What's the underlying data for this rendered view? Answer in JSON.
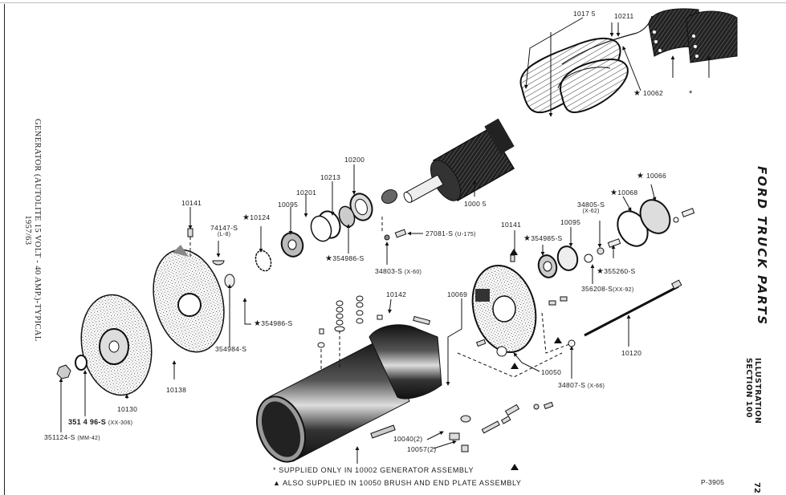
{
  "page": {
    "side_title": "GENERATOR (AUTOLITE 15 VOLT - 40 AMP.)-TYPICAL",
    "side_subtitle": "1957/63",
    "brand": "FORD TRUCK PARTS",
    "section_line1": "ILLUSTRATION",
    "section_line2": "SECTION 100",
    "page_number": "72",
    "figure_number": "P-3905"
  },
  "legend": {
    "star_symbol": "★",
    "asterisk_symbol": "*",
    "triangle_symbol": "▲",
    "note_asterisk": "SUPPLIED ONLY IN 10002 GENERATOR ASSEMBLY",
    "note_triangle": "ALSO SUPPLIED IN 10050 BRUSH AND END PLATE ASSEMBLY"
  },
  "callouts": {
    "c10175": {
      "text": "1017 5"
    },
    "c10211": {
      "text": "10211"
    },
    "c10062": {
      "text": "10062",
      "starred": true
    },
    "field_asterisk": {
      "text": "*"
    },
    "c10200": {
      "text": "10200"
    },
    "c10213": {
      "text": "10213"
    },
    "c10201": {
      "text": "10201"
    },
    "c10095a": {
      "text": "10095"
    },
    "c10124": {
      "text": "10124",
      "starred": true
    },
    "c74147": {
      "text": "74147-S",
      "sub": "(L-8)"
    },
    "c10141a": {
      "text": "10141"
    },
    "c354986a": {
      "text": "354986-S",
      "starred": true
    },
    "c27081": {
      "text": "27081-S",
      "sub": "(U-175)"
    },
    "c34803": {
      "text": "34803-S",
      "sub": "(X-60)"
    },
    "c10005": {
      "text": "1000 5"
    },
    "c10066": {
      "text": "10066",
      "starred": true
    },
    "c10068": {
      "text": "10068",
      "starred": true
    },
    "c34805": {
      "text": "34805-S",
      "sub": "(X-62)"
    },
    "c10141b": {
      "text": "10141"
    },
    "c10095b": {
      "text": "10095"
    },
    "c354985": {
      "text": "354985-S",
      "starred": true
    },
    "c355260": {
      "text": "355260-S",
      "starred": true
    },
    "c356208": {
      "text": "356208-S",
      "sub": "(XX-92)"
    },
    "c354986b": {
      "text": "354986-S",
      "starred": true
    },
    "c354984": {
      "text": "354984-S"
    },
    "c10142": {
      "text": "10142"
    },
    "c10069": {
      "text": "10069"
    },
    "c10120": {
      "text": "10120"
    },
    "c10050": {
      "text": "10050"
    },
    "c34807": {
      "text": "34807-S",
      "sub": "(X-66)"
    },
    "c10138": {
      "text": "10138"
    },
    "c10130": {
      "text": "10130"
    },
    "c351496": {
      "text": "351 4 96-S",
      "sub": "(XX-306)"
    },
    "c351124": {
      "text": "351124-S",
      "sub": "(MM-42)"
    },
    "c10040": {
      "text": "10040(2)"
    },
    "c10057": {
      "text": "10057(2)"
    }
  }
}
